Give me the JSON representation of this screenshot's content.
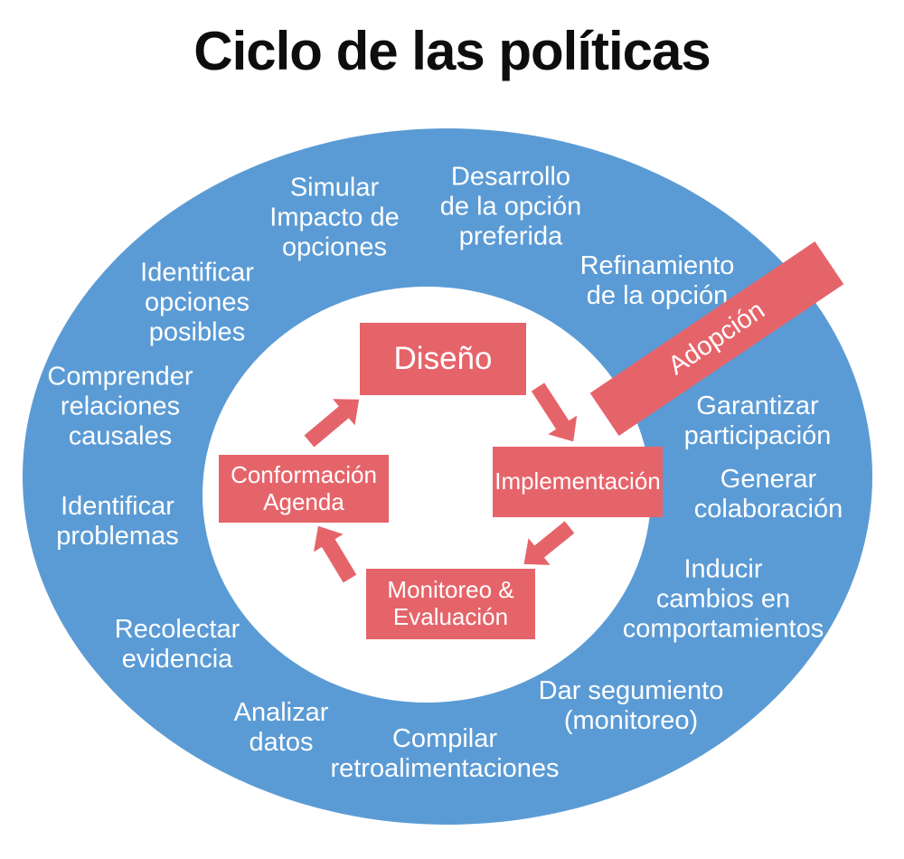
{
  "title": "Ciclo de las políticas",
  "colors": {
    "ring_blue": "#5B9BD5",
    "accent_red": "#E5646A",
    "label_white": "#FFFFFF",
    "title_black": "#0d0d0d",
    "page_bg": "#FFFFFF"
  },
  "cycle": {
    "stages": [
      {
        "label": "Diseño"
      },
      {
        "label": "Implementación"
      },
      {
        "label": "Monitoreo &\nEvaluación"
      },
      {
        "label": "Conformación\nAgenda"
      }
    ],
    "banner": {
      "label": "Adopción"
    },
    "ring_labels": [
      {
        "text": "Simular\nImpacto de\nopciones"
      },
      {
        "text": "Desarrollo\nde la opción\npreferida"
      },
      {
        "text": "Refinamiento\nde la opción"
      },
      {
        "text": "Garantizar\nparticipación"
      },
      {
        "text": "Generar\ncolaboración"
      },
      {
        "text": "Inducir\ncambios en\ncomportamientos"
      },
      {
        "text": "Dar segumiento\n(monitoreo)"
      },
      {
        "text": "Compilar\nretroalimentaciones"
      },
      {
        "text": "Analizar\ndatos"
      },
      {
        "text": "Recolectar\nevidencia"
      },
      {
        "text": "Identificar\nproblemas"
      },
      {
        "text": "Comprender\nrelaciones\ncausales"
      },
      {
        "text": "Identificar\nopciones\nposibles"
      }
    ]
  }
}
